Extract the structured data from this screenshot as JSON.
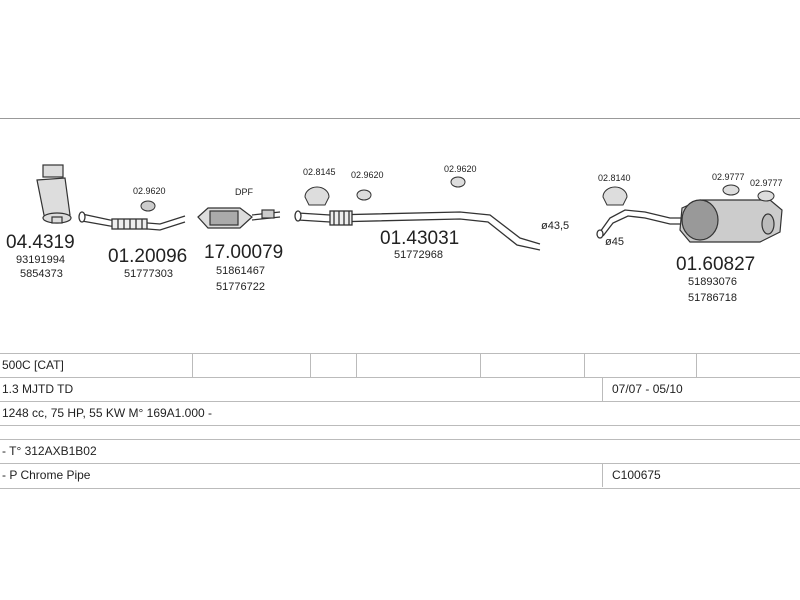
{
  "parts": [
    {
      "main": "04.4319",
      "oem": [
        "93191994",
        "5854373"
      ]
    },
    {
      "main": "01.20096",
      "oem": [
        "51777303"
      ],
      "clamp": "02.9620"
    },
    {
      "main": "17.00079",
      "oem": [
        "51861467",
        "51776722"
      ],
      "tag": "DPF"
    },
    {
      "main": "01.43031",
      "oem": [
        "51772968"
      ],
      "clamps": [
        "02.8145",
        "02.9620",
        "02.9620"
      ]
    },
    {
      "main": "01.60827",
      "oem": [
        "51893076",
        "51786718"
      ],
      "clamps": [
        "02.8140",
        "02.9777",
        "02.9777"
      ]
    }
  ],
  "dims": {
    "d1": "ø43,5",
    "d2": "ø45"
  },
  "table": {
    "r1": {
      "c1": "500C  [CAT]"
    },
    "r2": {
      "c1": "1.3 MJTD TD",
      "c2": "07/07 - 05/10"
    },
    "r3": {
      "c1": "1248 cc, 75 HP, 55 KW  M° 169A1.000 -"
    },
    "r4": {
      "c1": "- T° 312AXB1B02"
    },
    "r5": {
      "c1": "- P Chrome Pipe",
      "c2": "C100675"
    }
  }
}
